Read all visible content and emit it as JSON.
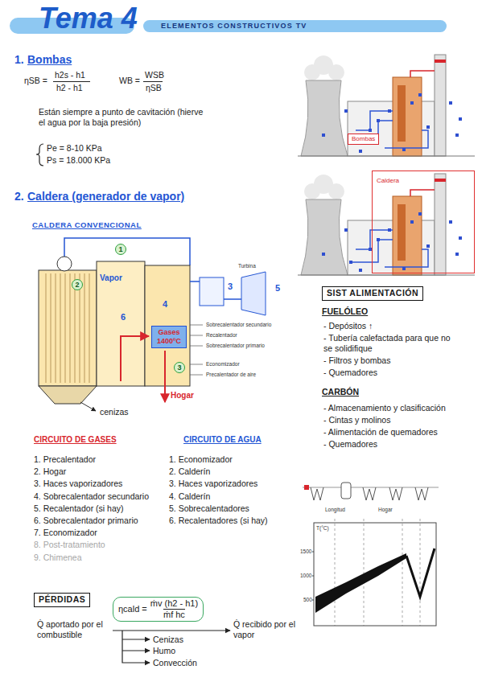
{
  "diagram": {
    "title": "Tema 4",
    "nodes": [
      {
        "text": [
          "ELEMENTOS CONSTRUCTIVOS TV"
        ]
      },
      {
        "text": [
          "Bombas"
        ]
      },
      {
        "text": [
          "Caldera"
        ]
      },
      {
        "text": [
          "1"
        ]
      },
      {
        "text": [
          "2"
        ]
      },
      {
        "text": [
          "SIST ALIMENTACIÓN"
        ]
      },
      {
        "text": [
          "Gases 1400ºC"
        ]
      },
      {
        "text": [
          "3"
        ]
      },
      {
        "text": [
          "PÉRDIDAS"
        ]
      },
      {
        "text": [
          "ηcald =",
          "ṁv (h2 - h1)",
          "ṁf hc"
        ]
      }
    ],
    "labels": [
      "1.",
      "Bombas",
      "ηSB =",
      "h2s - h1",
      "h2 - h1",
      "WB =",
      "WSB",
      "ηSB",
      "Están siempre a punto de cavitación (hierve el agua por la baja presión)",
      "Pe = 8-10 KPa",
      "Ps = 18.000 KPa",
      "2.",
      "Caldera (generador de vapor)",
      "CALDERA CONVENCIONAL",
      "Vapor",
      "3",
      "4",
      "5",
      "6",
      "Turbina",
      "Sobrecalentador secundario",
      "Recalentador",
      "Sobrecalentador primario",
      "Economizador",
      "Precalentador de aire",
      "Hogar",
      "cenizas",
      "FUELÓLEO",
      "- Depósitos ↑",
      "- Tubería calefactada para que no se solidifique",
      "- Filtros y bombas",
      "- Quemadores",
      "CARBÓN",
      "- Almacenamiento y clasificación",
      "- Cintas y molinos",
      "- Alimentación de quemadores",
      "- Quemadores",
      "CIRCUITO DE GASES",
      "1. Precalentador",
      "2. Hogar",
      "3. Haces vaporizadores",
      "4. Sobrecalentador secundario",
      "5. Recalentador (si hay)",
      "6. Sobrecalentador primario",
      "7. Economizador",
      "8. Post-tratamiento",
      "9. Chimenea",
      "CIRCUITO DE AGUA",
      "1. Economizador",
      "2. Calderín",
      "3. Haces vaporizadores",
      "4. Calderín",
      "5. Sobrecalentadores",
      "6. Recalentadores (si hay)",
      "Q̇ aportado por el combustible",
      "Q̇ recibido por el vapor",
      "Cenizas",
      "Humo",
      "Convección",
      "Longitud",
      "Hogar",
      "T(°C)",
      "1500",
      "1000",
      "500"
    ]
  }
}
